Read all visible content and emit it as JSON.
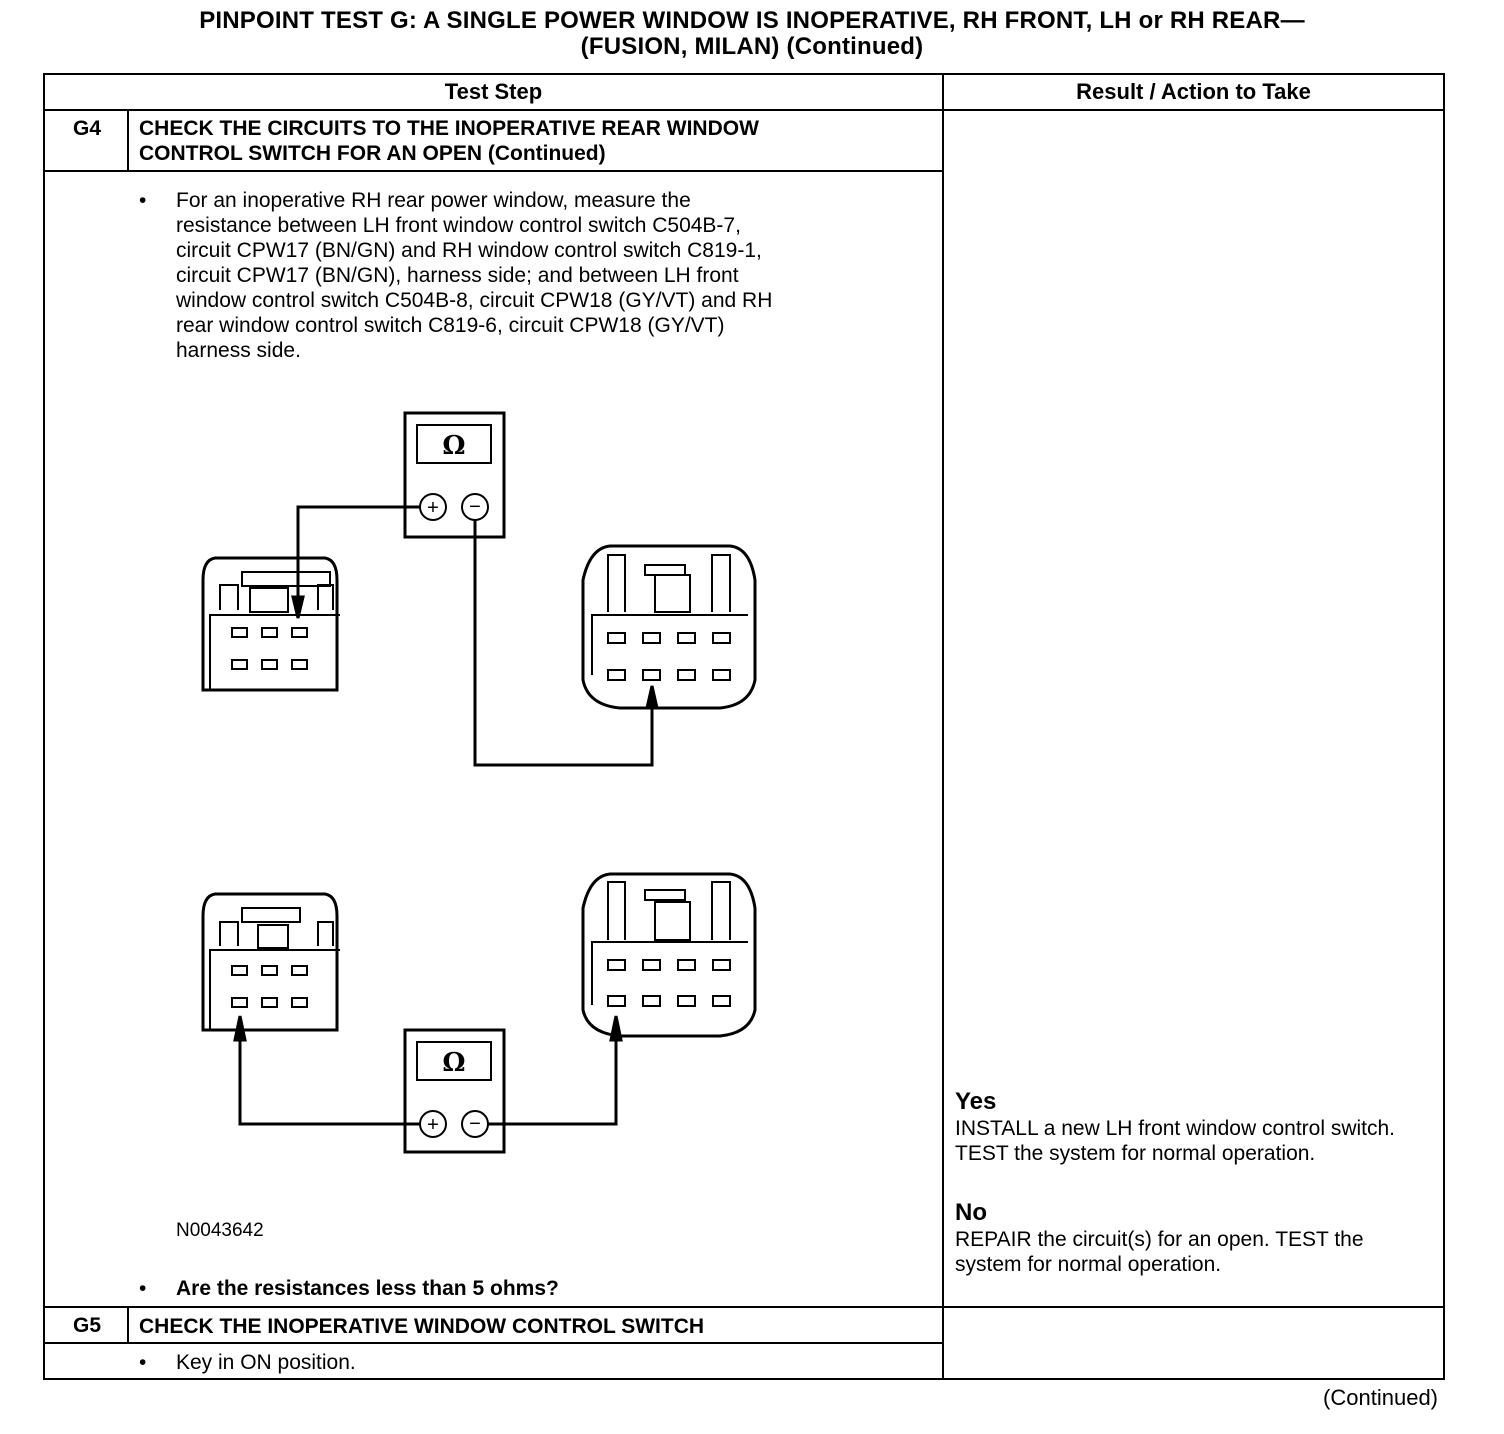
{
  "title": {
    "line1": "PINPOINT TEST  G: A SINGLE POWER WINDOW IS INOPERATIVE, RH FRONT, LH or RH REAR—",
    "line2": "(FUSION, MILAN) (Continued)"
  },
  "table": {
    "headers": {
      "test_step": "Test Step",
      "result": "Result / Action to Take"
    },
    "g4": {
      "id": "G4",
      "title_line1": "CHECK THE CIRCUITS TO THE INOPERATIVE REAR WINDOW",
      "title_line2": "CONTROL SWITCH FOR AN OPEN (Continued)",
      "bullet": "•",
      "instruction": "For an inoperative RH rear power window, measure the\nresistance between LH front window control switch C504B-7,\ncircuit CPW17 (BN/GN) and RH window control switch C819-1,\ncircuit CPW17  (BN/GN), harness side; and between LH front\nwindow control switch C504B-8, circuit CPW18 (GY/VT) and RH\nrear window control switch C819-6, circuit CPW18 (GY/VT)\nharness side.",
      "figure_id": "N0043642",
      "meter_symbol": "Ω",
      "plus": "+",
      "minus": "−",
      "question": "Are the resistances less than 5 ohms?",
      "yes_label": "Yes",
      "yes_text": "INSTALL a new LH front window control switch. TEST the system for normal operation.",
      "no_label": "No",
      "no_text": "REPAIR the circuit(s) for an open. TEST the system for normal operation."
    },
    "g5": {
      "id": "G5",
      "title": "CHECK THE INOPERATIVE WINDOW CONTROL SWITCH",
      "bullet": "•",
      "instruction": "Key in ON position."
    }
  },
  "footer": {
    "continued": "(Continued)"
  }
}
